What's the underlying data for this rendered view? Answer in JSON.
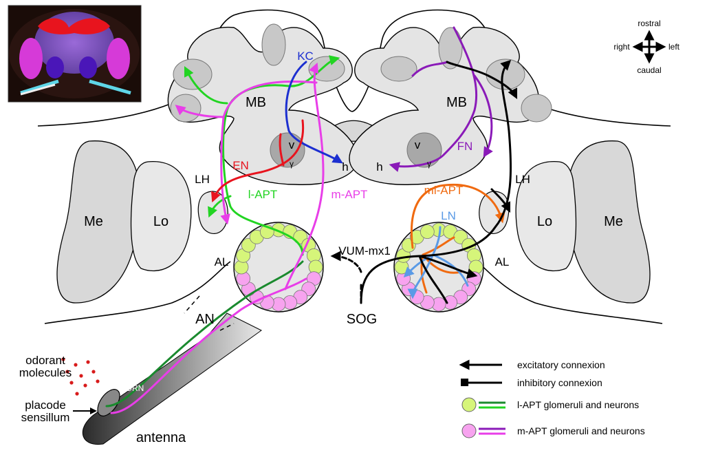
{
  "compass": {
    "rostral": "rostral",
    "caudal": "caudal",
    "right": "right",
    "left": "left"
  },
  "labels": {
    "mb_left": "MB",
    "mb_right": "MB",
    "kc": "KC",
    "fn": "FN",
    "v_left": "v",
    "v_right": "v",
    "gamma_left": "γ",
    "gamma_right": "γ",
    "h_left": "h",
    "h_right": "h",
    "en": "EN",
    "lh_left": "LH",
    "lh_right": "LH",
    "l_apt": "l-APT",
    "m_apt": "m-APT",
    "ml_apt": "ml-APT",
    "ln": "LN",
    "me_left": "Me",
    "lo_left": "Lo",
    "lo_right": "Lo",
    "me_right": "Me",
    "al_left": "AL",
    "al_right": "AL",
    "vum": "VUM-mx1",
    "sog": "SOG",
    "an": "AN",
    "orn": "ORN",
    "antenna": "antenna",
    "odorant_1": "odorant",
    "odorant_2": "molecules",
    "placode_1": "placode",
    "placode_2": "sensillum"
  },
  "legend": {
    "excitatory": "excitatory connexion",
    "inhibitory": "inhibitory connexion",
    "l_apt": "l-APT glomeruli and neurons",
    "m_apt": "m-APT glomeruli and neurons"
  },
  "colors": {
    "green": "#22d422",
    "darkgreen": "#1a8a2e",
    "magenta": "#e83ee8",
    "purple": "#8a1ab8",
    "red": "#e8141e",
    "blue": "#1c2fd0",
    "orange": "#f06a10",
    "lightblue": "#5a9ae6",
    "glom_green": "#d6f57a",
    "glom_pink": "#f7a3ef"
  }
}
